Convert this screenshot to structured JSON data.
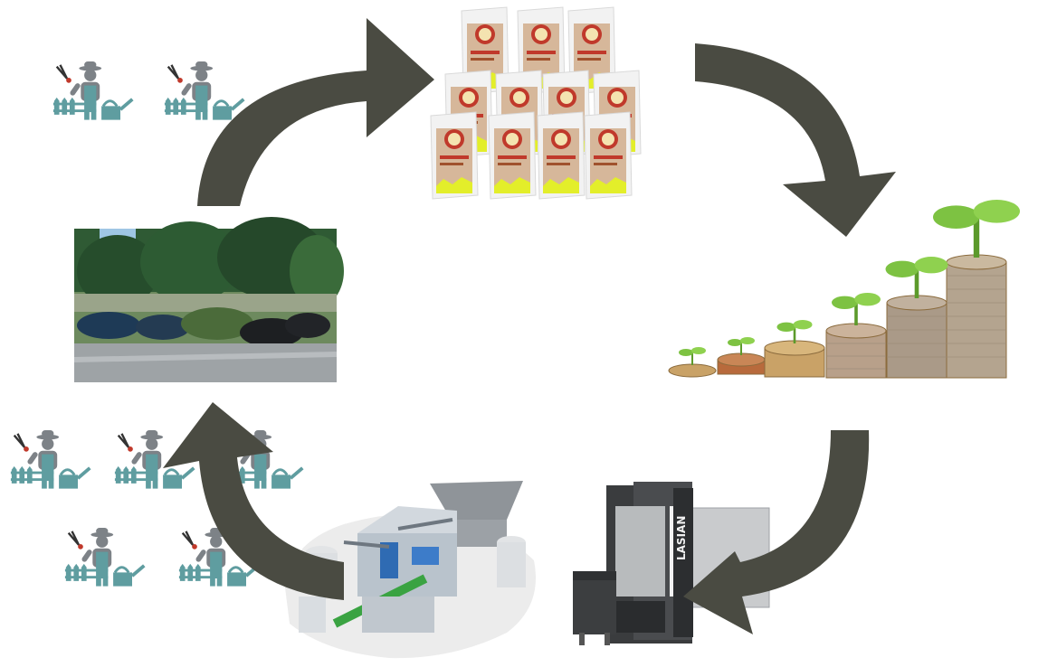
{
  "diagram": {
    "type": "cycle",
    "arrow_color": "#4a4b42",
    "nodes": [
      {
        "id": "garden-waste",
        "icon": "garden-waste-photo"
      },
      {
        "id": "pellet-bags",
        "icon": "pellet-bags"
      },
      {
        "id": "savings",
        "icon": "coin-stacks-with-seedlings"
      },
      {
        "id": "biomass-boiler",
        "icon": "biomass-boiler"
      },
      {
        "id": "pellet-plant",
        "icon": "pellet-production-plant"
      },
      {
        "id": "gardeners",
        "icon": "gardener-icons"
      }
    ],
    "edges": [
      {
        "from": "garden-waste",
        "to": "pellet-bags"
      },
      {
        "from": "pellet-bags",
        "to": "savings"
      },
      {
        "from": "savings",
        "to": "biomass-boiler"
      },
      {
        "from": "pellet-plant",
        "to": "garden-waste"
      }
    ]
  },
  "boiler": {
    "brand": "LASIAN"
  },
  "colors": {
    "gardener_teal": "#5f9da0",
    "gardener_gray": "#7d8287",
    "coin": "#c9a267",
    "leaf": "#7dc242",
    "bag_yellow": "#e3ee2a",
    "bag_logo_red": "#c0392b"
  }
}
